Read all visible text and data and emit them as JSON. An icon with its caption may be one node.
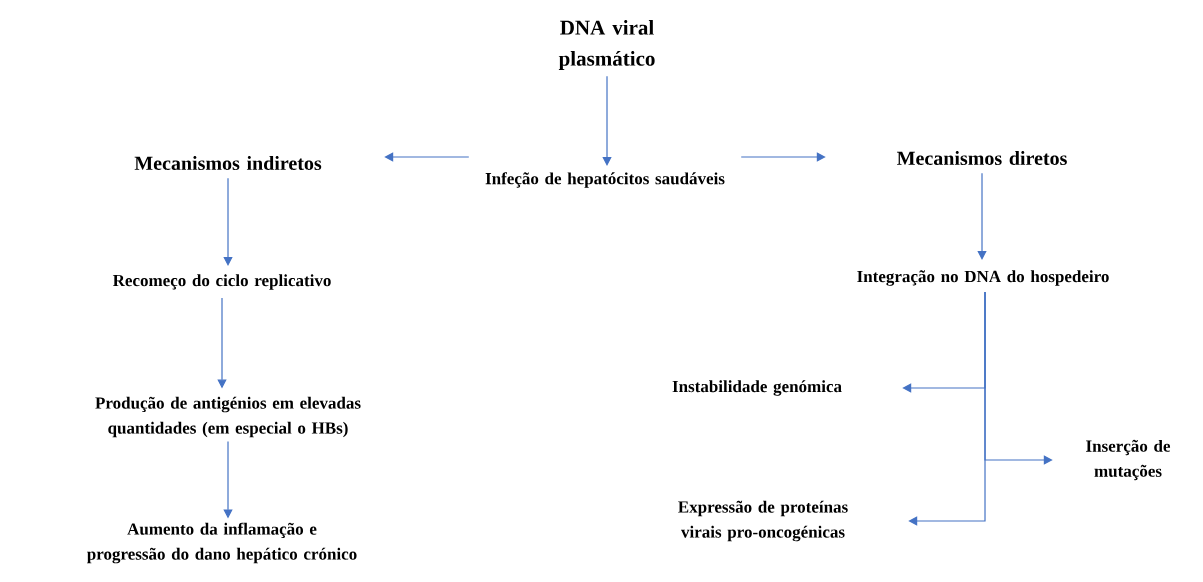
{
  "diagram": {
    "nodes": [
      {
        "text": [
          "DNA viral plasmático"
        ]
      },
      {
        "text": [
          "Infeção de hepatócitos saudáveis"
        ]
      },
      {
        "text": [
          "Mecanismos indiretos"
        ]
      },
      {
        "text": [
          "Mecanismos diretos"
        ]
      },
      {
        "text": [
          "Recomeço do ciclo replicativo"
        ]
      },
      {
        "text": [
          "Produção de antigénios em elevadas quantidades (em especial o HBs)"
        ]
      },
      {
        "text": [
          "Aumento da inflamação e progressão do dano hepático crónico"
        ]
      },
      {
        "text": [
          "Integração no DNA do hospedeiro"
        ]
      },
      {
        "text": [
          "Instabilidade genómica"
        ]
      },
      {
        "text": [
          "Expressão de proteínas virais pro-oncogénicas"
        ]
      },
      {
        "text": [
          "Inserção de mutações"
        ]
      }
    ],
    "edges": [
      {
        "from": 0,
        "to": 1,
        "arrow": "to"
      },
      {
        "from": 1,
        "to": 2,
        "arrow": "to"
      },
      {
        "from": 1,
        "to": 3,
        "arrow": "to"
      },
      {
        "from": 3,
        "to": 7,
        "arrow": "to"
      },
      {
        "from": 2,
        "to": 4,
        "arrow": "to"
      },
      {
        "from": 4,
        "to": 5,
        "arrow": "to"
      },
      {
        "from": 5,
        "to": 6,
        "arrow": "to"
      },
      {
        "from": 7,
        "to": 8,
        "arrow": "to"
      },
      {
        "from": 7,
        "to": 9,
        "arrow": "to"
      },
      {
        "from": 7,
        "to": 10,
        "arrow": "to"
      }
    ]
  }
}
